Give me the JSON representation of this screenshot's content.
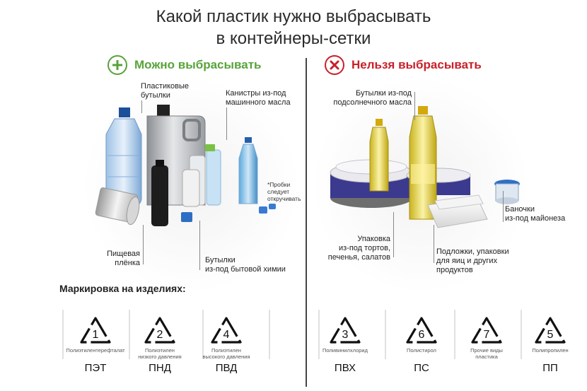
{
  "title": {
    "line1": "Какой пластик нужно выбрасывать",
    "line2": "в контейнеры-сетки"
  },
  "allowed": {
    "symbol": "+",
    "heading": "Можно выбрасывать",
    "color": "#58a33a",
    "labels": {
      "bottles": [
        "Пластиковые",
        "бутылки"
      ],
      "canisters": [
        "Канистры из-под",
        "машинного масла"
      ],
      "caps": [
        "*Пробки",
        "следует",
        "откручивать"
      ],
      "film": [
        "Пищевая",
        "плёнка"
      ],
      "chemicals": [
        "Бутылки",
        "из-под бытовой химии"
      ]
    }
  },
  "forbidden": {
    "symbol": "✕",
    "heading": "Нельзя выбрасывать",
    "color": "#c8202a",
    "labels": {
      "oil": [
        "Бутылки из-под",
        "подсолнечного масла"
      ],
      "jars": [
        "Баночки",
        "из-под майонеза"
      ],
      "packaging": [
        "Упаковка",
        "из-под тортов,",
        "печенья, салатов"
      ],
      "trays": [
        "Подложки, упаковки",
        "для яиц и других",
        "продуктов"
      ]
    }
  },
  "marking_title": "Маркировка на изделиях:",
  "codes": [
    {
      "number": "1",
      "name": [
        "Полиэтилентерефталат"
      ],
      "abbr": "ПЭТ"
    },
    {
      "number": "2",
      "name": [
        "Полиэтилен",
        "низкого давления"
      ],
      "abbr": "ПНД"
    },
    {
      "number": "4",
      "name": [
        "Полиэтилен",
        "высокого давления"
      ],
      "abbr": "ПВД"
    },
    {
      "number": "3",
      "name": [
        "Поливинилхлорид"
      ],
      "abbr": "ПВХ"
    },
    {
      "number": "6",
      "name": [
        "Полистирол"
      ],
      "abbr": "ПС"
    },
    {
      "number": "7",
      "name": [
        "Прочие виды",
        "пластика"
      ],
      "abbr": ""
    },
    {
      "number": "5",
      "name": [
        "Полипропилен"
      ],
      "abbr": "ПП"
    }
  ]
}
